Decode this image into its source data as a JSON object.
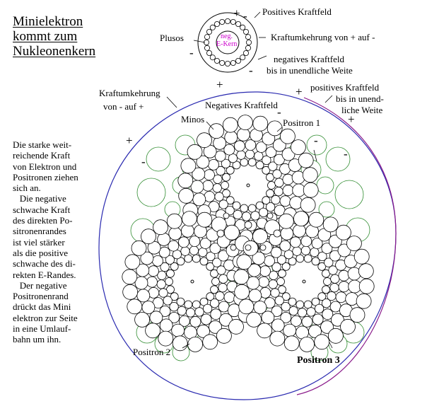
{
  "title": {
    "line1": "Minielektron",
    "line2": "kommt zum",
    "line3": "Nukleonenkern"
  },
  "mini": {
    "core_line1": "neg.",
    "core_line2": "E-Kern",
    "plusos": "Plusos",
    "positives_kraftfeld": "Positives Kraftfeld",
    "kraftumkehrung": "Kraftumkehrung von  +  auf -",
    "negatives_line1": "negatives Kraftfeld",
    "negatives_line2": "bis in unendliche Weite"
  },
  "big": {
    "kraftumkehrung_line1": "Kraftumkehrung",
    "kraftumkehrung_line2": "von  -  auf +",
    "negatives_kraftfeld": "Negatives Kraftfeld",
    "positives_line1": "positives Kraftfeld",
    "positives_line2": "bis in unend-",
    "positives_line3": "liche Weite",
    "minos": "Minos",
    "positron1": "Positron 1",
    "positron2": "Positron 2",
    "positron3": "Positron 3"
  },
  "description": "Die starke weit-\nreichende Kraft\nvon Elektron und\nPositronen ziehen\nsich an.\n   Die negative\nschwache Kraft\ndes direkten Po-\nsitronenrandes\nist viel stärker\nals die positive\nschwache des di-\nrekten E-Randes.\n   Der negative\nPositronenrand\ndrückt das Mini\nelektron zur Seite\nin eine Umlauf-\nbahn um ihn.",
  "signs": {
    "plus": "+",
    "minus": "-"
  },
  "colors": {
    "outline": "#000000",
    "green_circles": "#2e8b2e",
    "boundary_blue": "#2a2ab0",
    "boundary_purple": "#8a1a8a",
    "core_text": "#cc00cc"
  }
}
